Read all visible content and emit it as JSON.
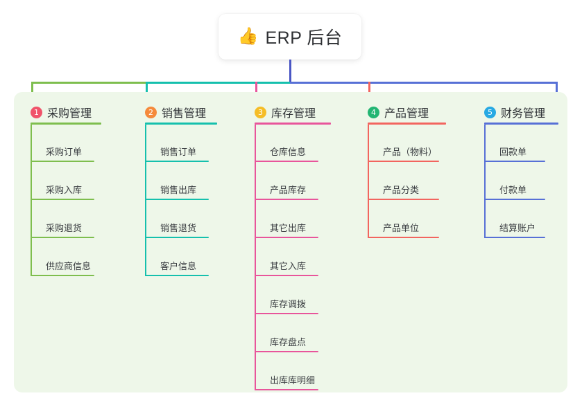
{
  "root": {
    "icon": "thumbs-up-emoji",
    "emoji": "👍",
    "title": "ERP 后台"
  },
  "palette": {
    "panel_bg": "#eef7e9",
    "page_bg": "#ffffff",
    "trunk": "#4a56c4",
    "text": "#2f3236",
    "leaf_text": "#3a3d41"
  },
  "columns": [
    {
      "index": "1",
      "title": "采购管理",
      "badge_color": "#f0536a",
      "line_color": "#7ebe4e",
      "items": [
        "采购订单",
        "采购入库",
        "采购退货",
        "供应商信息"
      ]
    },
    {
      "index": "2",
      "title": "销售管理",
      "badge_color": "#f58a3c",
      "line_color": "#15c0ad",
      "items": [
        "销售订单",
        "销售出库",
        "销售退货",
        "客户信息"
      ]
    },
    {
      "index": "3",
      "title": "库存管理",
      "badge_color": "#f5bd27",
      "line_color": "#e8559b",
      "items": [
        "仓库信息",
        "产品库存",
        "其它出库",
        "其它入库",
        "库存调拨",
        "库存盘点",
        "出库库明细"
      ]
    },
    {
      "index": "4",
      "title": "产品管理",
      "badge_color": "#22b573",
      "line_color": "#f2655f",
      "items": [
        "产品（物料）",
        "产品分类",
        "产品单位"
      ]
    },
    {
      "index": "5",
      "title": "财务管理",
      "badge_color": "#27a9e3",
      "line_color": "#5770d6",
      "items": [
        "回款单",
        "付款单",
        "结算账户"
      ]
    }
  ],
  "connectors": {
    "trunk_color": "#4a56c4",
    "bar_left_color": "#7ebe4e",
    "bar_mid_color": "#15c0ad",
    "bar_right_color": "#5770d6",
    "drops": [
      "#7ebe4e",
      "#15c0ad",
      "#e8559b",
      "#f2655f",
      "#5770d6"
    ]
  }
}
